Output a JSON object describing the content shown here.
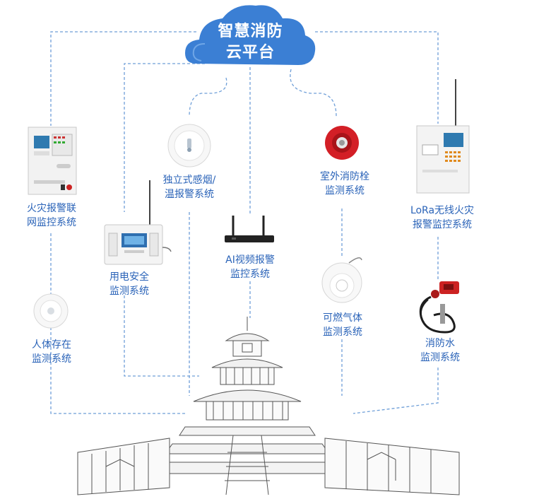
{
  "cloud": {
    "line1": "智慧消防",
    "line2": "云平台"
  },
  "systems": {
    "fire_alarm": {
      "line1": "火灾报警联",
      "line2": "网监控系统"
    },
    "smoke": {
      "line1": "独立式感烟/",
      "line2": "温报警系统"
    },
    "hydrant": {
      "line1": "室外消防栓",
      "line2": "监测系统"
    },
    "lora": {
      "line1": "LoRa无线火灾",
      "line2": "报警监控系统"
    },
    "electric": {
      "line1": "用电安全",
      "line2": "监测系统"
    },
    "ai_video": {
      "line1": "AI视频报警",
      "line2": "监控系统"
    },
    "gas": {
      "line1": "可燃气体",
      "line2": "监测系统"
    },
    "human": {
      "line1": "人体存在",
      "line2": "监测系统"
    },
    "water": {
      "line1": "消防水",
      "line2": "监测系统"
    }
  },
  "colors": {
    "accent": "#2a63b8",
    "cloud": "#3b7fd4",
    "line": "#6f9fd8"
  }
}
